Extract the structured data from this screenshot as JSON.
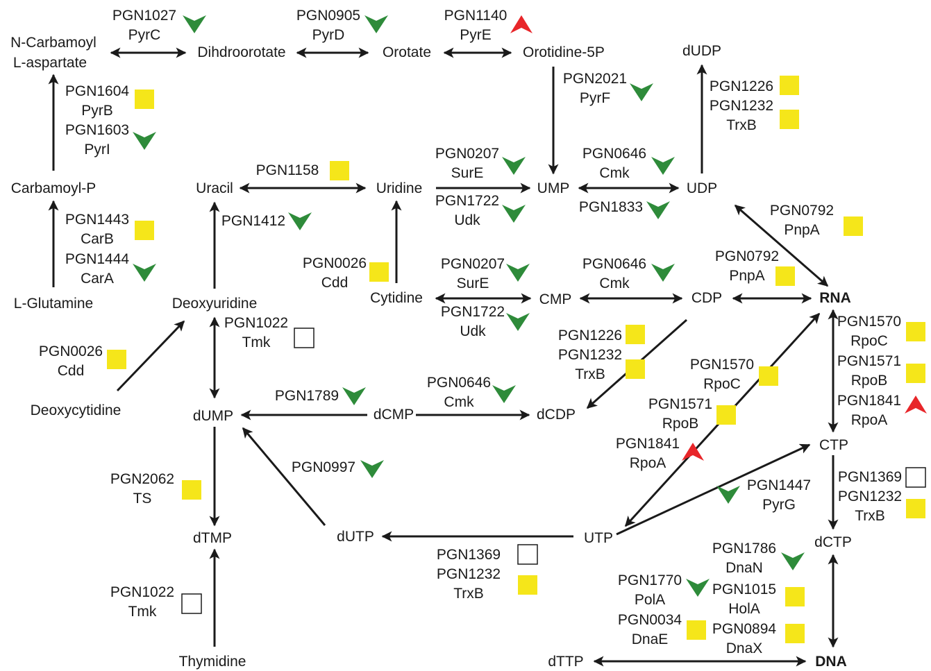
{
  "diagram": {
    "colors": {
      "line": "#1a1a1a",
      "down": "#2e8b3a",
      "up": "#e8262a",
      "unchanged": "#f5e61a",
      "undetected": "#ffffff"
    },
    "nodes": {
      "n_carbamoyl_l": "N-Carbamoyl",
      "n_carbamoyl_l2": "L-aspartate",
      "dihydroorotate": "Dihdroorotate",
      "orotate": "Orotate",
      "orotidine5p": "Orotidine-5P",
      "dudp": "dUDP",
      "carbamoyl_p": "Carbamoyl-P",
      "uracil": "Uracil",
      "uridine": "Uridine",
      "ump": "UMP",
      "udp": "UDP",
      "l_glutamine": "L-Glutamine",
      "deoxyuridine": "Deoxyuridine",
      "cytidine": "Cytidine",
      "cmp": "CMP",
      "cdp": "CDP",
      "rna": "RNA",
      "deoxycytidine": "Deoxycytidine",
      "dump": "dUMP",
      "dcmp": "dCMP",
      "dcdp": "dCDP",
      "ctp": "CTP",
      "dtmp": "dTMP",
      "dutp": "dUTP",
      "utp": "UTP",
      "dctp": "dCTP",
      "thymidine": "Thymidine",
      "dttp": "dTTP",
      "dna": "DNA"
    },
    "genes": [
      {
        "id": "PGN1027",
        "name": "PyrC",
        "marker": "down"
      },
      {
        "id": "PGN0905",
        "name": "PyrD",
        "marker": "down"
      },
      {
        "id": "PGN1140",
        "name": "PyrE",
        "marker": "up"
      },
      {
        "id": "PGN1604",
        "name": "PyrB",
        "marker": "unchanged"
      },
      {
        "id": "PGN1603",
        "name": "PyrI",
        "marker": "down"
      },
      {
        "id": "PGN2021",
        "name": "PyrF",
        "marker": "down"
      },
      {
        "id": "PGN1226",
        "name": "",
        "marker": "unchanged"
      },
      {
        "id": "PGN1232",
        "name": "TrxB",
        "marker": "unchanged"
      },
      {
        "id": "PGN1158",
        "name": "",
        "marker": "unchanged"
      },
      {
        "id": "PGN0207",
        "name": "SurE",
        "marker": "down"
      },
      {
        "id": "PGN0646",
        "name": "Cmk",
        "marker": "down"
      },
      {
        "id": "PGN1722",
        "name": "Udk",
        "marker": "down"
      },
      {
        "id": "PGN1833",
        "name": "",
        "marker": "down"
      },
      {
        "id": "PGN0792",
        "name": "PnpA",
        "marker": "unchanged"
      },
      {
        "id": "PGN1443",
        "name": "CarB",
        "marker": "unchanged"
      },
      {
        "id": "PGN1412",
        "name": "",
        "marker": "down"
      },
      {
        "id": "PGN1444",
        "name": "CarA",
        "marker": "down"
      },
      {
        "id": "PGN0026",
        "name": "Cdd",
        "marker": "unchanged"
      },
      {
        "id": "PGN0207",
        "name": "SurE",
        "marker": "down"
      },
      {
        "id": "PGN0646",
        "name": "Cmk",
        "marker": "down"
      },
      {
        "id": "PGN0792",
        "name": "PnpA",
        "marker": "unchanged"
      },
      {
        "id": "PGN1022",
        "name": "Tmk",
        "marker": "undetected"
      },
      {
        "id": "PGN1722",
        "name": "Udk",
        "marker": "down"
      },
      {
        "id": "PGN1570",
        "name": "RpoC",
        "marker": "unchanged"
      },
      {
        "id": "PGN1226",
        "name": "",
        "marker": "unchanged"
      },
      {
        "id": "PGN0026",
        "name": "Cdd",
        "marker": "unchanged"
      },
      {
        "id": "PGN1232",
        "name": "TrxB",
        "marker": "unchanged"
      },
      {
        "id": "PGN1571",
        "name": "RpoB",
        "marker": "unchanged"
      },
      {
        "id": "PGN1570",
        "name": "RpoC",
        "marker": "unchanged"
      },
      {
        "id": "PGN1789",
        "name": "",
        "marker": "down"
      },
      {
        "id": "PGN0646",
        "name": "Cmk",
        "marker": "down"
      },
      {
        "id": "PGN1841",
        "name": "RpoA",
        "marker": "up"
      },
      {
        "id": "PGN1571",
        "name": "RpoB",
        "marker": "unchanged"
      },
      {
        "id": "PGN1841",
        "name": "RpoA",
        "marker": "up"
      },
      {
        "id": "PGN0997",
        "name": "",
        "marker": "down"
      },
      {
        "id": "PGN2062",
        "name": "TS",
        "marker": "unchanged"
      },
      {
        "id": "PGN1369",
        "name": "",
        "marker": "undetected"
      },
      {
        "id": "PGN1447",
        "name": "PyrG",
        "marker": "down"
      },
      {
        "id": "PGN1232",
        "name": "TrxB",
        "marker": "unchanged"
      },
      {
        "id": "PGN1369",
        "name": "",
        "marker": "undetected"
      },
      {
        "id": "PGN1232",
        "name": "TrxB",
        "marker": "unchanged"
      },
      {
        "id": "PGN1786",
        "name": "DnaN",
        "marker": "down"
      },
      {
        "id": "PGN1022",
        "name": "Tmk",
        "marker": "undetected"
      },
      {
        "id": "PGN1770",
        "name": "PolA",
        "marker": "down"
      },
      {
        "id": "PGN1015",
        "name": "HolA",
        "marker": "unchanged"
      },
      {
        "id": "PGN0034",
        "name": "DnaE",
        "marker": "unchanged"
      },
      {
        "id": "PGN0894",
        "name": "DnaX",
        "marker": "unchanged"
      }
    ]
  }
}
